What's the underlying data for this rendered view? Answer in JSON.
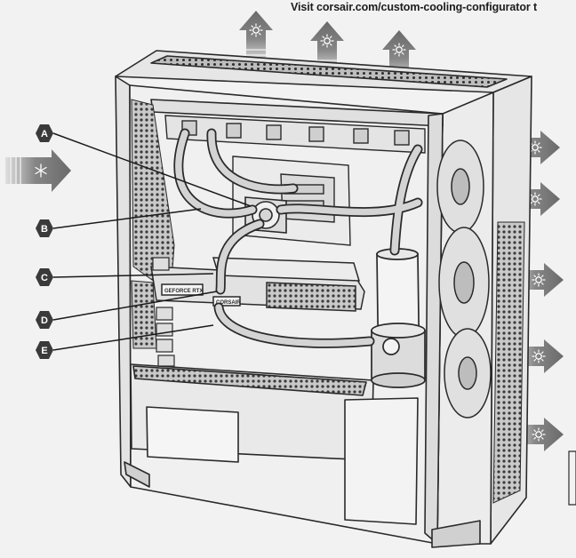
{
  "caption": "Visit corsair.com/custom-cooling-configurator t",
  "callouts": {
    "a": "A",
    "b": "B",
    "c": "C",
    "d": "D",
    "e": "E"
  },
  "gpu_labels": {
    "model": "GEFORCE RTX",
    "brand": "CORSAIR"
  },
  "airflow": {
    "intake_icon": "snowflake-icon",
    "exhaust_icon": "sun-heat-icon",
    "intake_color": "#6e6e6e",
    "exhaust_color": "#6e6e6e"
  },
  "colors": {
    "background": "#f2f2f2",
    "line_art": "#2a2a2a",
    "tubing": "#d0d0d0",
    "callout_fill": "#3a3a3a"
  }
}
